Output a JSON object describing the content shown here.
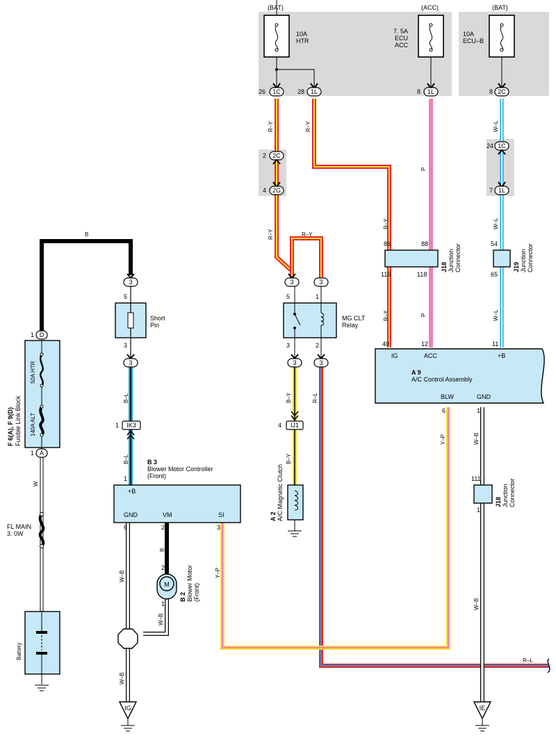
{
  "power_sources": {
    "bat_left": "(BAT)",
    "acc": "(ACC)",
    "bat_right": "(BAT)"
  },
  "fuses": {
    "htr": [
      "10A",
      "HTR"
    ],
    "ecu_acc": [
      "7. 5A",
      "ECU",
      "ACC"
    ],
    "ecu_b": [
      "10A",
      "ECU–B"
    ],
    "fl_main": [
      "FL MAIN",
      "3. 0W"
    ]
  },
  "pins": {
    "p26": "26",
    "p1c": "1C",
    "p28": "28",
    "p1l_a": "1L",
    "p8a": "8",
    "p1l_b": "1L",
    "p8b": "8",
    "p2c_top": "2C",
    "p2": "2",
    "p2c": "2C",
    "p4": "4",
    "p2g": "2G",
    "p24": "24",
    "p1c_r": "1C",
    "p7": "7",
    "p1l_r": "1L",
    "d": "D",
    "a": "A",
    "p1d": "1",
    "p1a": "1",
    "c3a": "3",
    "p5a": "5",
    "p3a": "3",
    "c3b": "3",
    "ik3": "IK3",
    "p1ik": "1",
    "c3c": "3",
    "c3d": "3",
    "p5r": "5",
    "p1r": "1",
    "p3r": "3",
    "p2r": "2",
    "c3e": "3",
    "c3f": "3",
    "ij1": "IJ1",
    "p4ij": "4",
    "j18_89": "89",
    "j18_88": "88",
    "j18_119": "119",
    "j18_118": "118",
    "j19_54": "54",
    "j19_65": "65",
    "a9_40": "40",
    "a9_12": "12",
    "a9_11": "11",
    "a9_6": "6",
    "a9_1": "1",
    "j18b_111": "111",
    "j18b_1": "1",
    "b3_1": "1",
    "b3_6": "6",
    "b3_2": "2",
    "b3_3": "3",
    "b2_2": "2",
    "b2_1": "1"
  },
  "wire_labels": {
    "b_top": "B",
    "ry1": "R–Y",
    "ry2": "R–Y",
    "ry3": "R–Y",
    "ry4": "R–Y",
    "ry5": "R–Y",
    "ry6": "R–Y",
    "p1": "P",
    "p2": "P",
    "wl1": "W–L",
    "wl2": "W–L",
    "wl3": "W–L",
    "bl1": "B–L",
    "bl2": "B–L",
    "by1": "B–Y",
    "by2": "B–Y",
    "rl1": "R–L",
    "rl2": "R–L",
    "w": "W",
    "yp1": "Y–P",
    "yp2": "Y–P",
    "wb1": "W–B",
    "wb2": "W–B",
    "wb3": "W–B",
    "wb4": "W–B",
    "wb5": "W–B",
    "b_motor": "B"
  },
  "components": {
    "fusible_link": {
      "code": "F 6(A), F 9(D)",
      "name": "Fusible Link Block",
      "f1": "50A HTR",
      "f2": "140A ALT"
    },
    "battery": "Battery",
    "short_pin": [
      "Short",
      "Pin"
    ],
    "b3": {
      "code": "B 3",
      "name": "Blower Motor Controller",
      "sub": "(Front)",
      "t1": "+B",
      "t2": "GND",
      "t3": "VM",
      "t4": "SI"
    },
    "b2": {
      "code": "B 2",
      "name": "Blower Motor",
      "sub": "(Front)",
      "symbol": "M"
    },
    "relay": [
      "MG CLT",
      "Relay"
    ],
    "a2": {
      "code": "A 2",
      "name": "A/C Magnetic Clutch"
    },
    "a9": {
      "code": "A 9",
      "name": "A/C Control Assembly",
      "t_ig": "IG",
      "t_acc": "ACC",
      "t_b": "+B",
      "t_blw": "BLW",
      "t_gnd": "GND"
    },
    "j18": {
      "code": "J18",
      "name": "Junction",
      "name2": "Connector"
    },
    "j19": {
      "code": "J19",
      "name": "Junction",
      "name2": "Connector"
    },
    "j18b": {
      "code": "J18",
      "name": "Junction",
      "name2": "Connector"
    },
    "ground_ig": "IG",
    "ground_ie": "IE"
  },
  "colors": {
    "wire_red": "#e8262c",
    "wire_yellow": "#f5df2a",
    "wire_pink": "#ef7fb8",
    "wire_blue": "#1ea0dc",
    "wire_black": "#000000",
    "component_fill": "#c7e8f7",
    "connector_panel": "#d9d9d9"
  }
}
